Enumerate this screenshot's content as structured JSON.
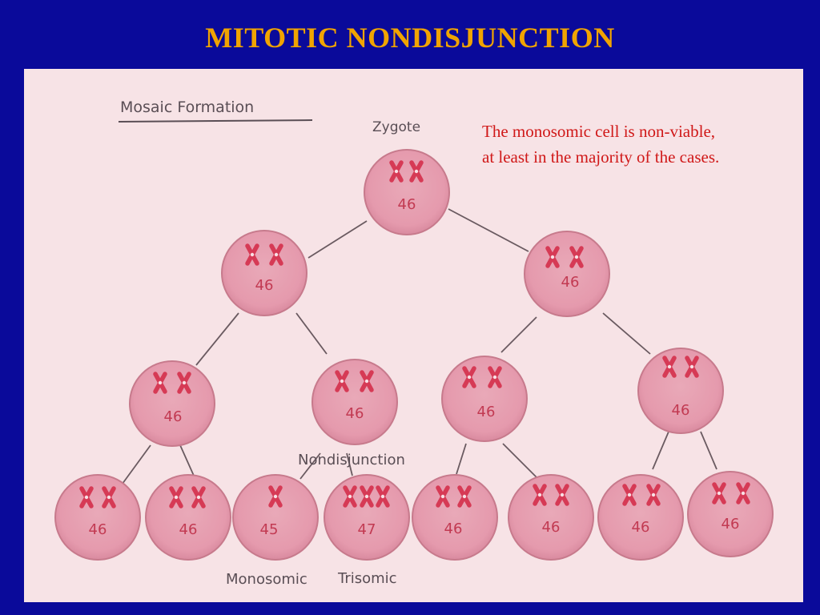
{
  "title": "MITOTIC NONDISJUNCTION",
  "diagram": {
    "heading": "Mosaic Formation",
    "zygote_label": "Zygote",
    "nondisjunction_label": "Nondisjunction",
    "monosomic_label": "Monosomic",
    "trisomic_label": "Trisomic",
    "cells": {
      "zygote": "46",
      "gen1": [
        "46",
        "46"
      ],
      "gen2": [
        "46",
        "46",
        "46",
        "46"
      ],
      "gen3": [
        "46",
        "46",
        "45",
        "47",
        "46",
        "46",
        "46",
        "46"
      ]
    }
  },
  "note": {
    "line1": "The monosomic cell is non-viable,",
    "line2": "at least in the majority of the cases."
  },
  "colors": {
    "background": "#0a0a9a",
    "title": "#f0a400",
    "cell_fill": "#e8a3b3",
    "cell_stroke": "#c77a8c",
    "chromosome": "#d63a55",
    "note_text": "#d01818"
  }
}
